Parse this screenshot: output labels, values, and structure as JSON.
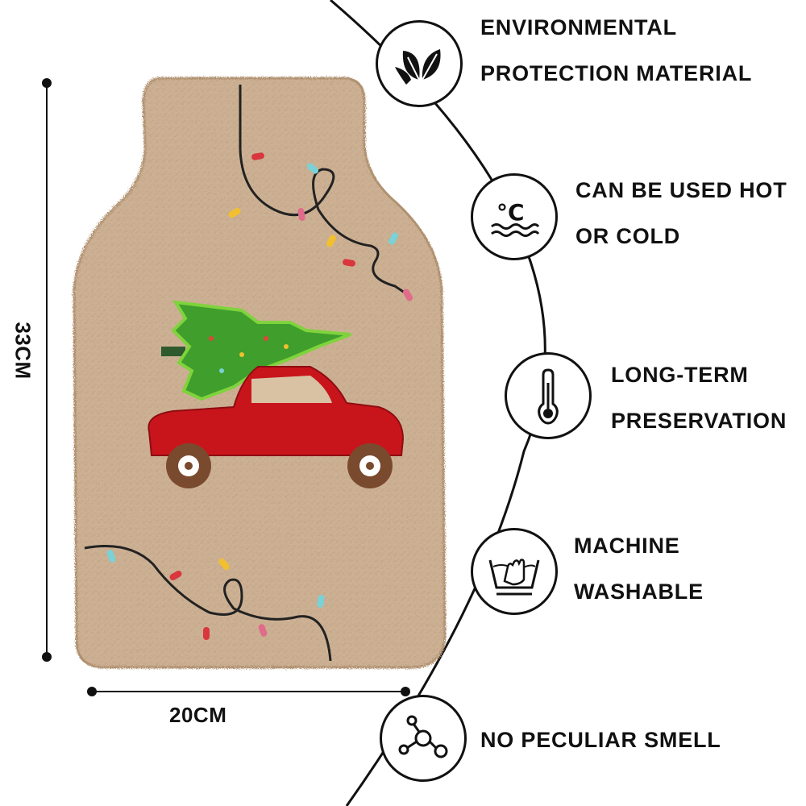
{
  "dimensions": {
    "height_label": "33CM",
    "width_label": "20CM"
  },
  "product": {
    "colors": {
      "fur": "#cfb397",
      "car": "#c8151b",
      "tree": "#3f9e2c",
      "wheel": "#7a4a2e"
    }
  },
  "features": [
    {
      "icon": "leaves-icon",
      "lines": [
        "ENVIRONMENTAL",
        "PROTECTION MATERIAL"
      ]
    },
    {
      "icon": "hot-cold-icon",
      "lines": [
        "CAN BE USED HOT",
        "OR COLD"
      ]
    },
    {
      "icon": "thermometer-icon",
      "lines": [
        "LONG-TERM",
        "PRESERVATION"
      ]
    },
    {
      "icon": "hand-wash-icon",
      "lines": [
        "MACHINE",
        "WASHABLE"
      ]
    },
    {
      "icon": "molecule-icon",
      "lines": [
        "NO PECULIAR SMELL"
      ]
    }
  ]
}
